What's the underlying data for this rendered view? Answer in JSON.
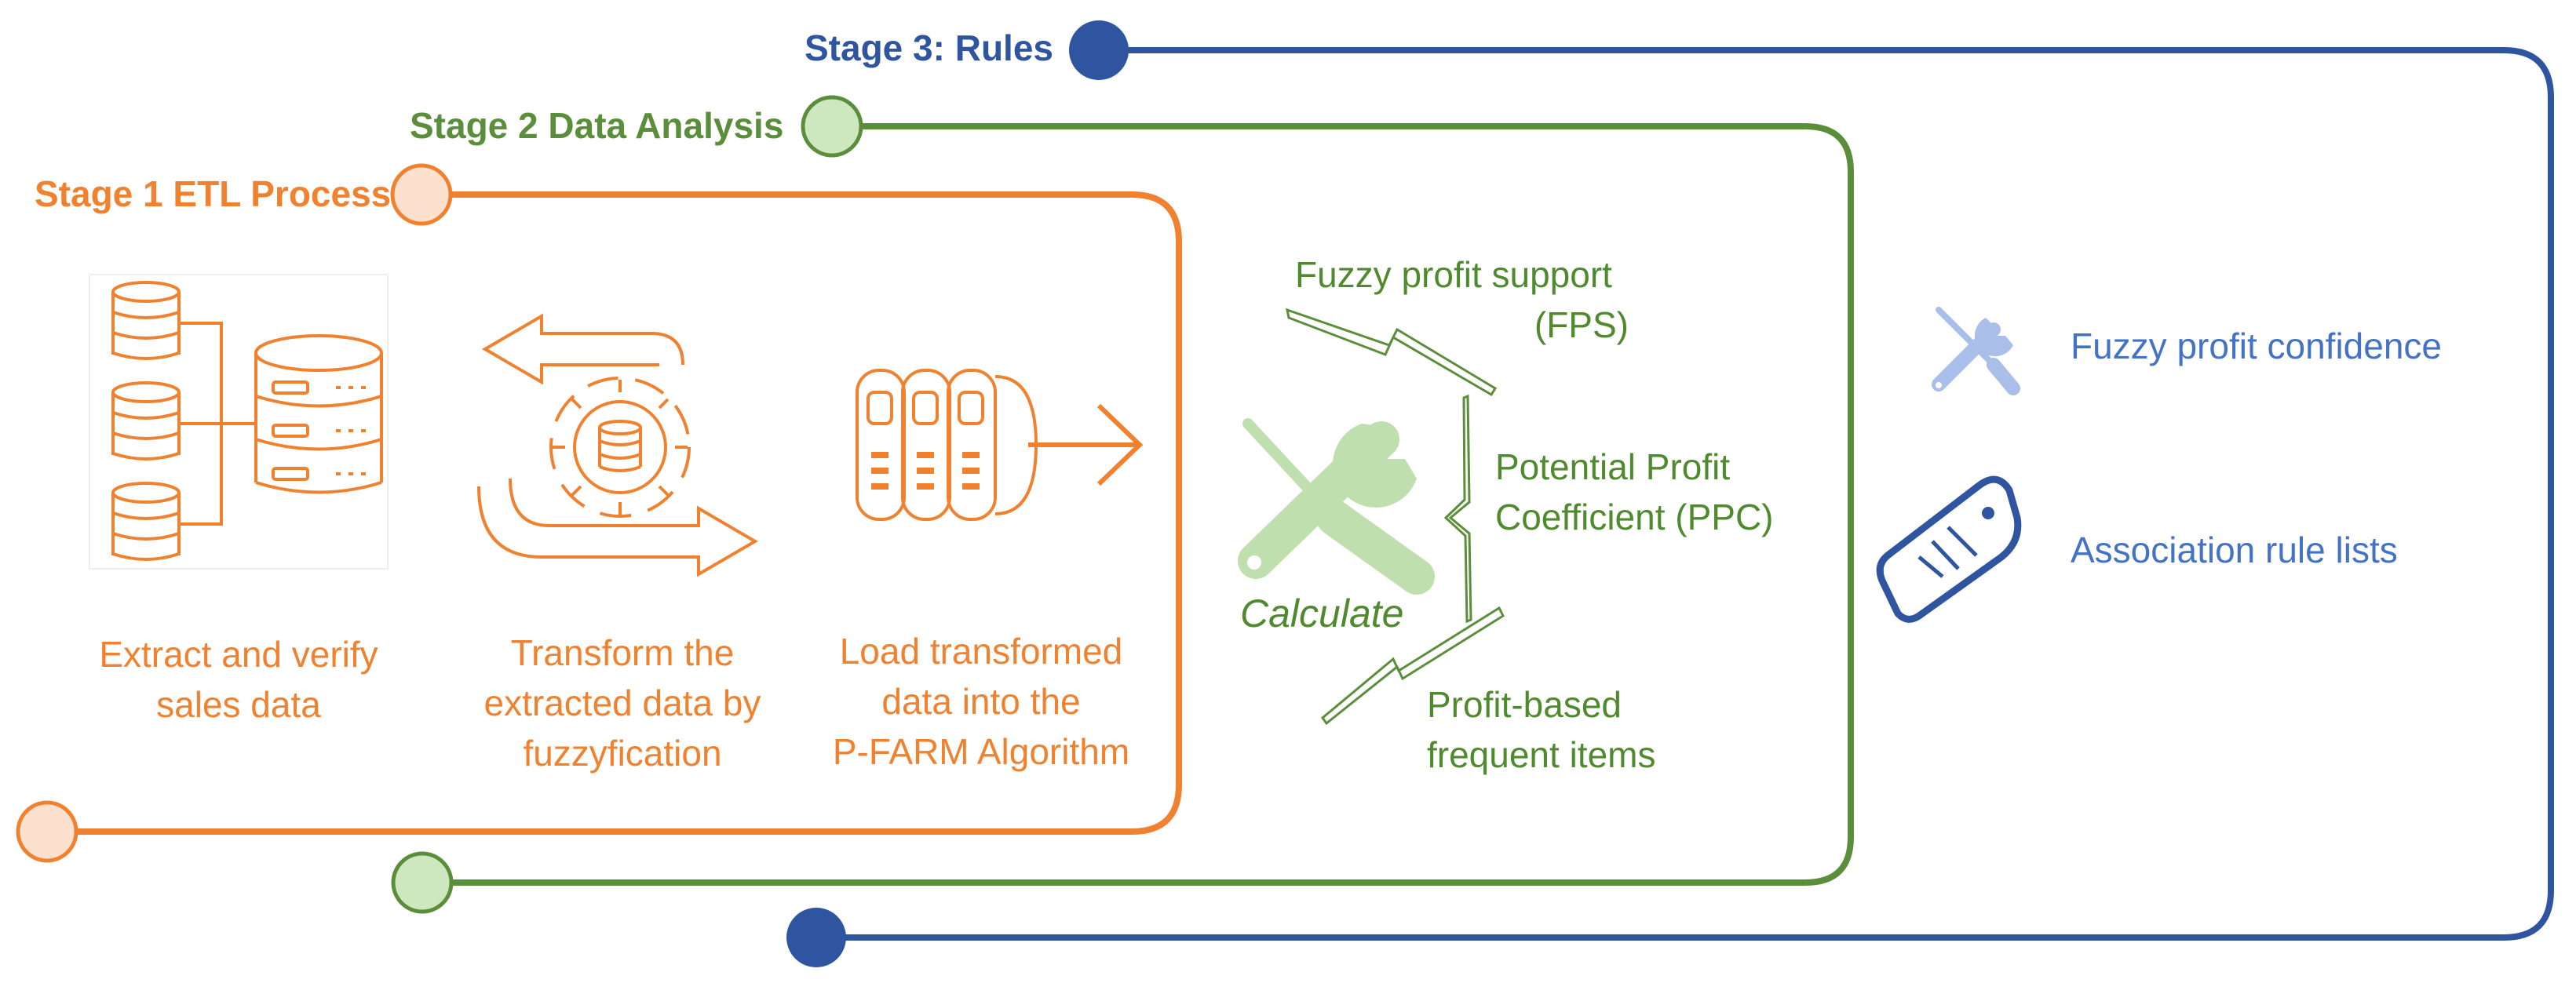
{
  "colors": {
    "stage1": "#F0822F",
    "stage1_fill": "#FCE1CF",
    "stage2": "#5B8E3B",
    "stage2_fill": "#CDE8BE",
    "stage3": "#2F55A0",
    "stage3_light": "#A9BEE8"
  },
  "stages": {
    "stage1": {
      "title": "Stage 1 ETL Process"
    },
    "stage2": {
      "title": "Stage 2 Data Analysis"
    },
    "stage3": {
      "title": "Stage 3: Rules"
    }
  },
  "etl": {
    "extract": {
      "line1": "Extract and verify",
      "line2": "sales data"
    },
    "transform": {
      "line1": "Transform the",
      "line2": "extracted data by",
      "line3": "fuzzyfication"
    },
    "load": {
      "line1": "Load transformed",
      "line2": "data into the",
      "line3": "P-FARM Algorithm"
    }
  },
  "analysis": {
    "calculate": "Calculate",
    "fps": {
      "line1": "Fuzzy profit support",
      "line2": "(FPS)"
    },
    "ppc": {
      "line1": "Potential Profit",
      "line2": "Coefficient (PPC)"
    },
    "pbfi": {
      "line1": "Profit-based",
      "line2": "frequent items"
    }
  },
  "rules": {
    "confidence": "Fuzzy profit confidence",
    "lists": "Association rule lists"
  },
  "icons": [
    "database-cluster-icon",
    "gear-cycle-icon",
    "load-database-arrow-icon",
    "wrench-screwdriver-icon",
    "tools-icon",
    "tag-icon"
  ]
}
